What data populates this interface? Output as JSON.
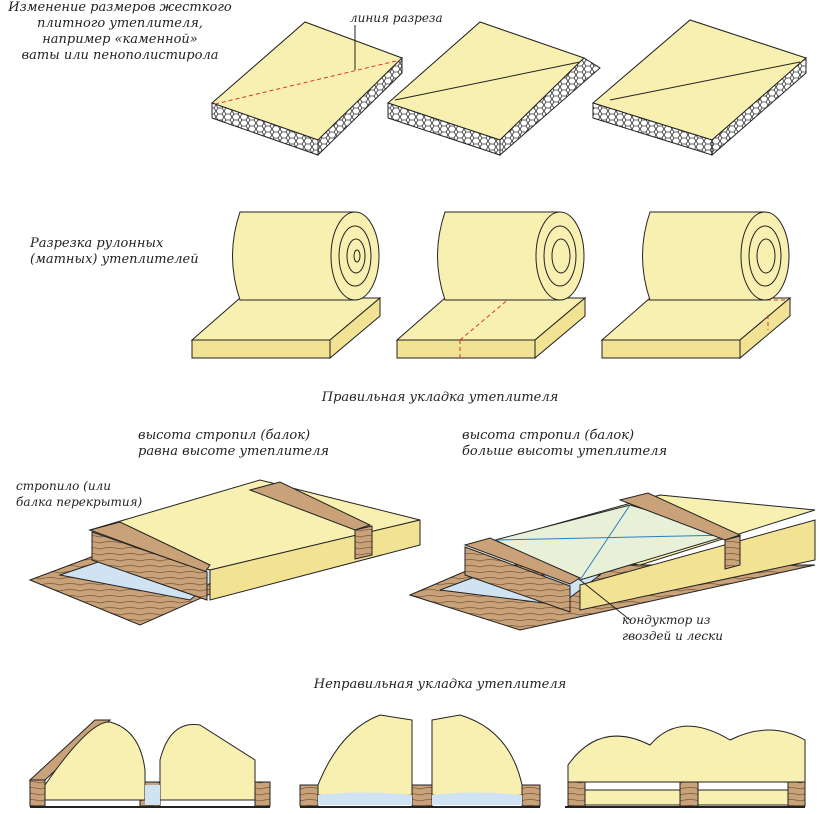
{
  "section_rigid": {
    "title_lines": [
      "Изменение размеров жесткого",
      "плитного утеплителя,",
      "например «каменной»",
      "ваты или пенополистирола"
    ],
    "cut_line_label": "линия разреза"
  },
  "section_rolls": {
    "title_lines": [
      "Разрезка рулонных",
      "(матных) утеплителей"
    ]
  },
  "section_correct": {
    "title": "Правильная укладка утеплителя",
    "left_caption_lines": [
      "высота стропил (балок)",
      "равна высоте утеплителя"
    ],
    "right_caption_lines": [
      "высота стропил (балок)",
      "больше высоты утеплителя"
    ],
    "rafter_label_lines": [
      "стропило (или",
      "балка перекрытия)"
    ],
    "jig_label_lines": [
      "кондуктор из",
      "гвоздей и лески"
    ]
  },
  "section_incorrect": {
    "title": "Неправильная укладка утеплителя"
  },
  "colors": {
    "insulation": "#f8f0b0",
    "insulation_side": "#f1e393",
    "wood": "#c9a27a",
    "cut_line": "#d8333a",
    "film": "#cfe3f2",
    "jig_line": "#2a7fc0"
  }
}
